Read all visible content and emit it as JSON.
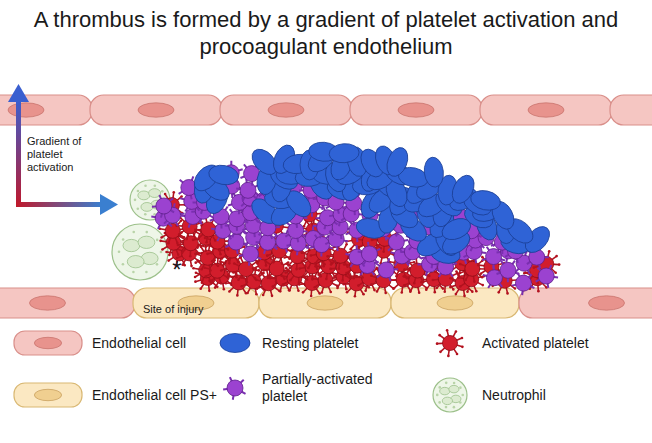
{
  "diagram": {
    "title": "A thrombus is formed by a gradient of platelet activation and procoagulant endothelium",
    "labels": [
      "Gradient of platelet activation",
      "*",
      "Site of injury"
    ],
    "legend": [
      {
        "text": "Endothelial cell"
      },
      {
        "text": "Resting platelet"
      },
      {
        "text": "Activated platelet"
      },
      {
        "text": "Endothelial cell PS+"
      },
      {
        "text": "Partially-activated platelet"
      },
      {
        "text": "Neutrophil"
      }
    ]
  }
}
